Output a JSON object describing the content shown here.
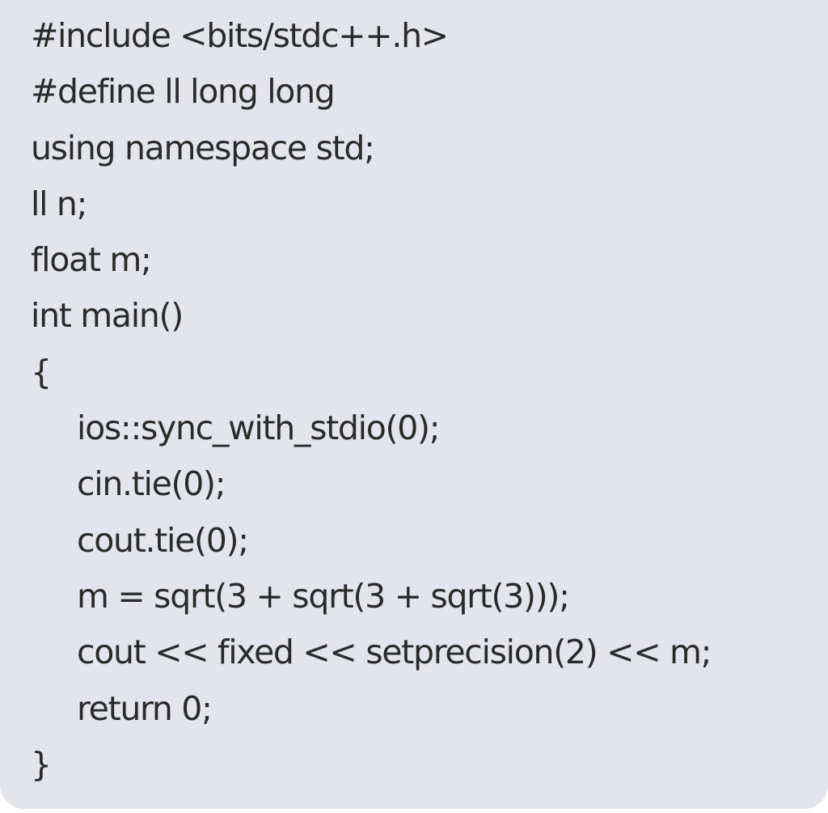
{
  "code_block": {
    "lines": [
      {
        "text": "#include <bits/stdc++.h>",
        "indent": 0
      },
      {
        "text": "#define ll long long",
        "indent": 0
      },
      {
        "text": "using namespace std;",
        "indent": 0
      },
      {
        "text": "ll n;",
        "indent": 0
      },
      {
        "text": "float m;",
        "indent": 0
      },
      {
        "text": "int main()",
        "indent": 0
      },
      {
        "text": "{",
        "indent": 0
      },
      {
        "text": "ios::sync_with_stdio(0);",
        "indent": 1
      },
      {
        "text": "cin.tie(0);",
        "indent": 1
      },
      {
        "text": "cout.tie(0);",
        "indent": 1
      },
      {
        "text": "m = sqrt(3 + sqrt(3 + sqrt(3)));",
        "indent": 1
      },
      {
        "text": "cout << fixed << setprecision(2) << m;",
        "indent": 1
      },
      {
        "text": "return 0;",
        "indent": 1
      },
      {
        "text": "}",
        "indent": 0
      }
    ]
  }
}
